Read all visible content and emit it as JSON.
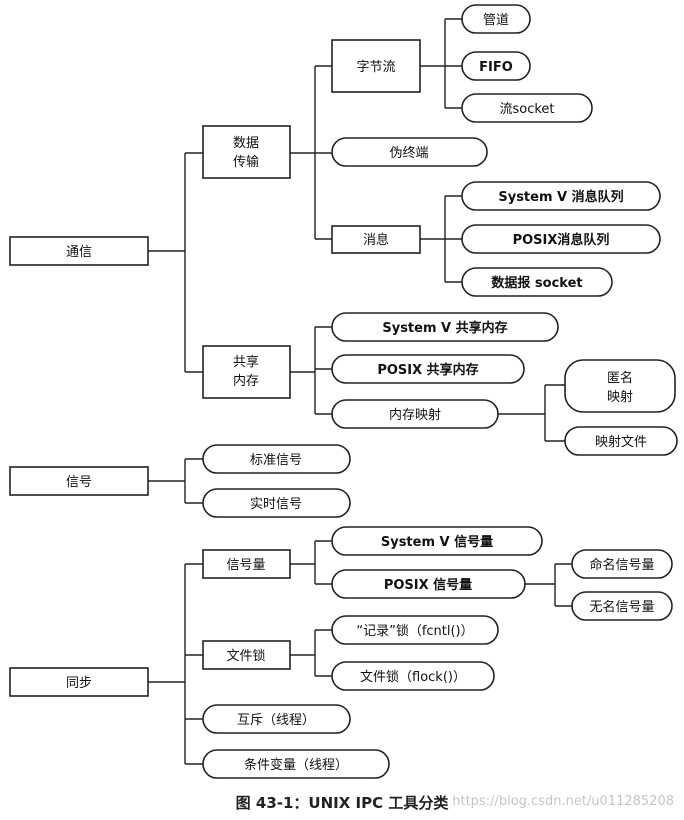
{
  "nodes": {
    "tongxin": "通信",
    "shuju_chuanshu": [
      "数据",
      "传输"
    ],
    "zijieliu": "字节流",
    "guandao": "管道",
    "fifo": "FIFO",
    "liu_socket": "流socket",
    "weizhongduan": "伪终端",
    "xiaoxi": "消息",
    "sysv_mq": "System V 消息队列",
    "posix_mq": "POSIX消息队列",
    "datagram_socket": "数据报 socket",
    "gongxiang_neicun": [
      "共享",
      "内存"
    ],
    "sysv_shm": "System V 共享内存",
    "posix_shm": "POSIX 共享内存",
    "neicun_yingshe": "内存映射",
    "niming_yingshe": [
      "匿名",
      "映射"
    ],
    "yingshe_wenjian": "映射文件",
    "xinhao": "信号",
    "biaozhun_xinhao": "标准信号",
    "shishi_xinhao": "实时信号",
    "tongbu": "同步",
    "xinhaoliang": "信号量",
    "sysv_sem": "System V 信号量",
    "posix_sem": "POSIX 信号量",
    "named_sem": "命名信号量",
    "unnamed_sem": "无名信号量",
    "wenjiansuo": "文件锁",
    "record_lock": "“记录”锁（fcntl()）",
    "flock": "文件锁（flock()）",
    "huchi": "互斥（线程）",
    "tiaojian_bianliang": "条件变量（线程）"
  },
  "caption": "图 43-1：UNIX IPC 工具分类",
  "watermark": "https://blog.csdn.net/u011285208"
}
